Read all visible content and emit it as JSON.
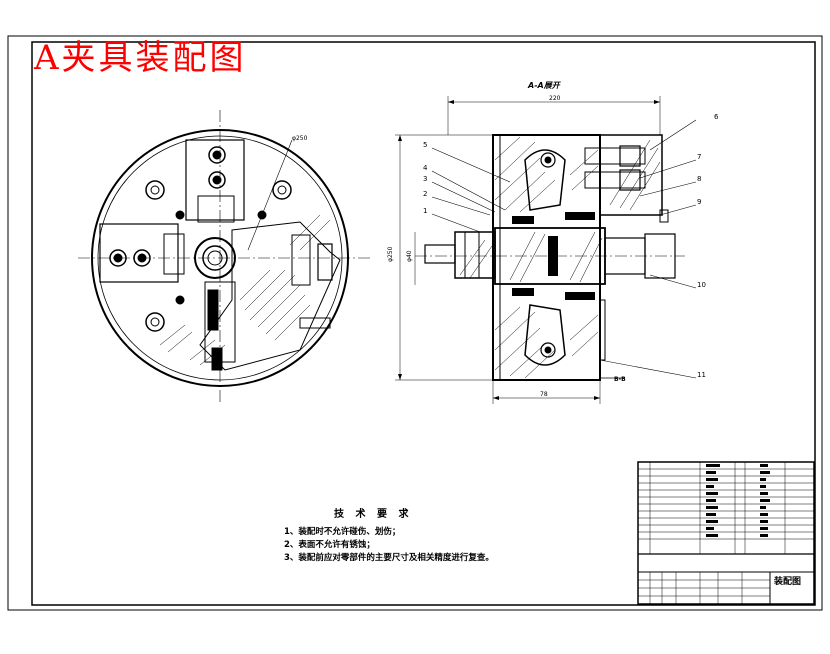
{
  "drawing_title": "A夹具装配图",
  "section_view": {
    "title": "A-A展开",
    "overall_width": "220",
    "hub_width": "78"
  },
  "dimensions": {
    "chuck_diameter": "φ250",
    "height_dim": "φ250",
    "bore_dim": "φ40"
  },
  "part_callouts": [
    "1",
    "2",
    "3",
    "4",
    "5",
    "6",
    "7",
    "8",
    "9",
    "10",
    "11"
  ],
  "view_label": "B-B",
  "technical_requirements": {
    "heading": "技 术 要 求",
    "items": [
      "1、装配时不允许碰伤、划伤；",
      "2、表面不允许有锈蚀；",
      "3、装配前应对零部件的主要尺寸及相关精度进行复查。"
    ]
  },
  "title_block": {
    "drawing_name": "装配图"
  },
  "colors": {
    "stamp": "#ff0000",
    "lines": "#000000",
    "background": "#ffffff"
  }
}
